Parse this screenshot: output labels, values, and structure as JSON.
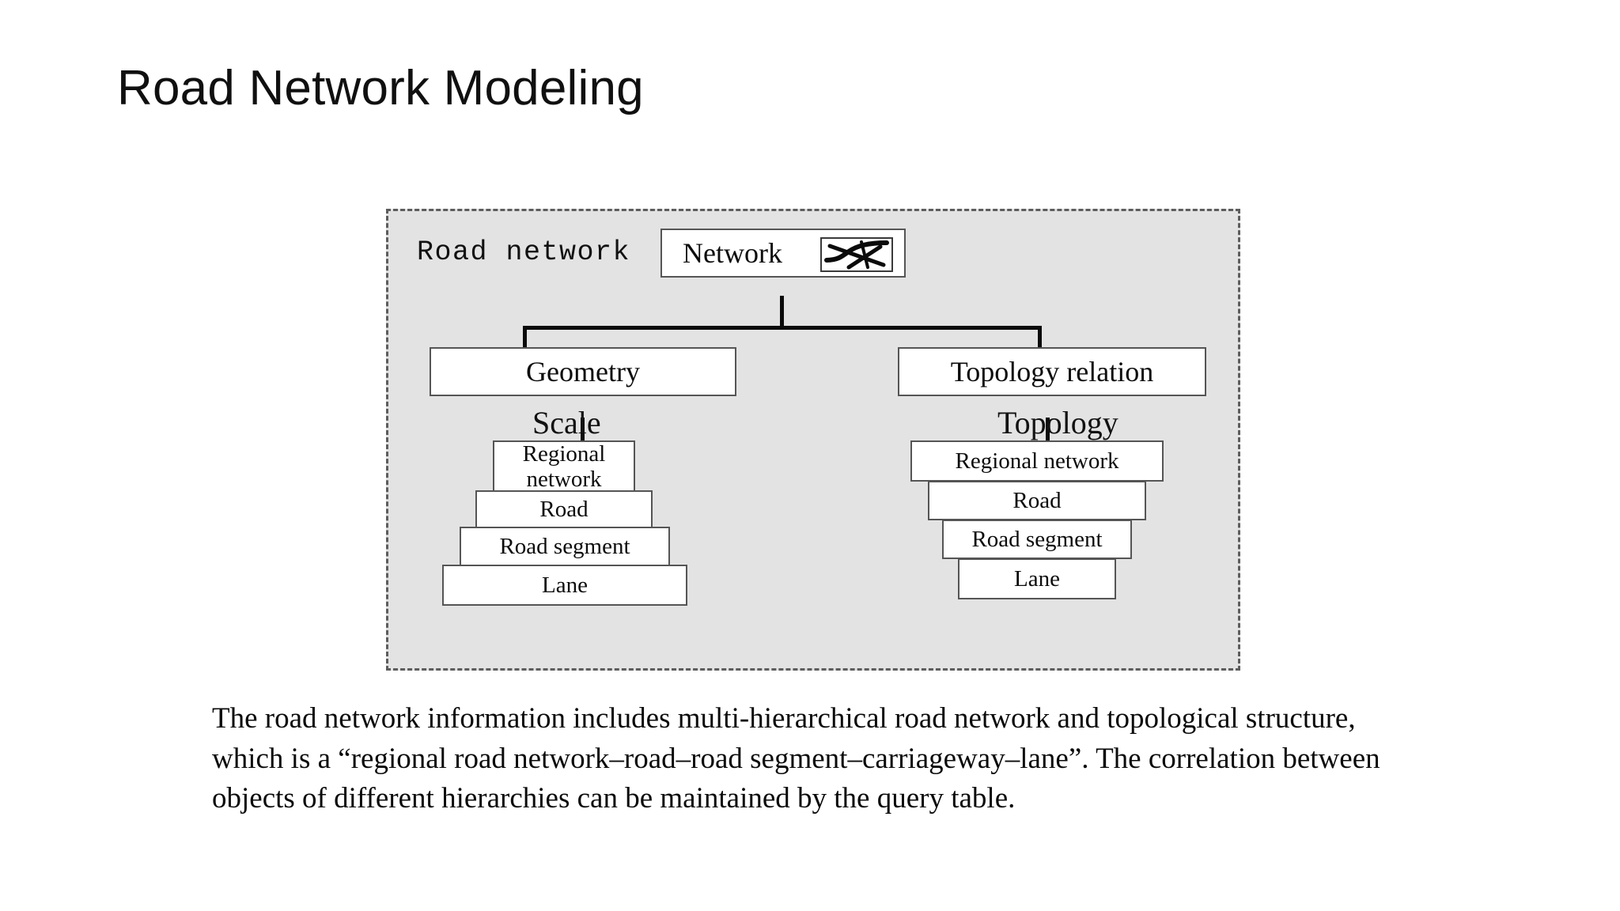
{
  "slide": {
    "title": "Road Network Modeling",
    "background_color": "#ffffff"
  },
  "diagram": {
    "panel_label": "Road network",
    "panel_fill": "#e3e3e3",
    "panel_border_style": "dashed",
    "root": {
      "label": "Network",
      "icon": "road-crossing-icon"
    },
    "branches": [
      {
        "label": "Geometry",
        "stereotype": "Scale",
        "stack": [
          {
            "label": "Regional network",
            "line1": "Regional",
            "line2": "network"
          },
          {
            "label": "Road"
          },
          {
            "label": "Road segment"
          },
          {
            "label": "Lane"
          }
        ]
      },
      {
        "label": "Topology relation",
        "stereotype": "Topology",
        "stack": [
          {
            "label": "Regional network"
          },
          {
            "label": "Road"
          },
          {
            "label": "Road segment"
          },
          {
            "label": "Lane"
          }
        ]
      }
    ]
  },
  "caption": {
    "text": "The road network information includes multi-hierarchical road network and topological structure, which is a “regional road network–road–road segment–carriageway–lane”. The correlation between objects of different hierarchies can be maintained by the query table."
  }
}
